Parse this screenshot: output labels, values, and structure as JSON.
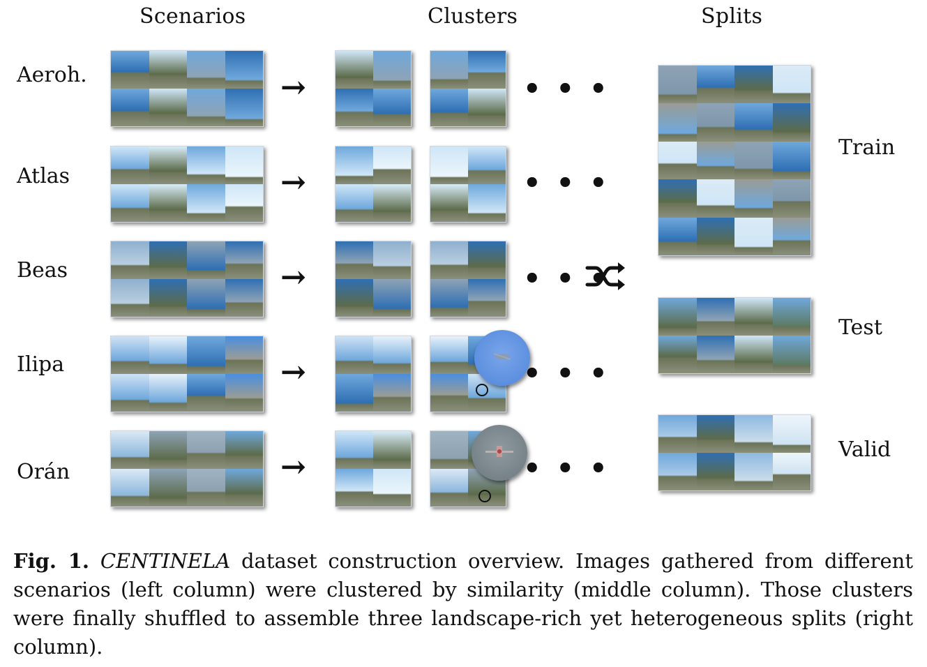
{
  "headers": {
    "scenarios": "Scenarios",
    "clusters": "Clusters",
    "splits": "Splits"
  },
  "scenarios": [
    "Aeroh.",
    "Atlas",
    "Beas",
    "Ilipa",
    "Orán"
  ],
  "splits": [
    "Train",
    "Test",
    "Valid"
  ],
  "arrow_glyph": "→",
  "ellipsis_glyph": "• • •",
  "caption": {
    "label": "Fig. 1.",
    "dataset": "CENTINELA",
    "text": " dataset construction overview. Images gathered from different scenarios (left column) were clustered by similarity (middle column). Those clusters were finally shuffled to assemble three landscape-rich yet heterogeneous splits (right column)."
  },
  "icons": {
    "arrow": "right-arrow-icon",
    "dots": "ellipsis-icon",
    "shuffle": "shuffle-icon"
  },
  "colors": {
    "sky_light": "#cfe6f7",
    "sky_mid": "#6fa8dc",
    "sky_deep": "#2f6fb3",
    "hazy": "#8ea3b5",
    "ground": "#5c6b4a",
    "tarmac": "#9a9c95",
    "zoom_blue": "#5b8fe0",
    "zoom_grey": "#7d8a90"
  }
}
